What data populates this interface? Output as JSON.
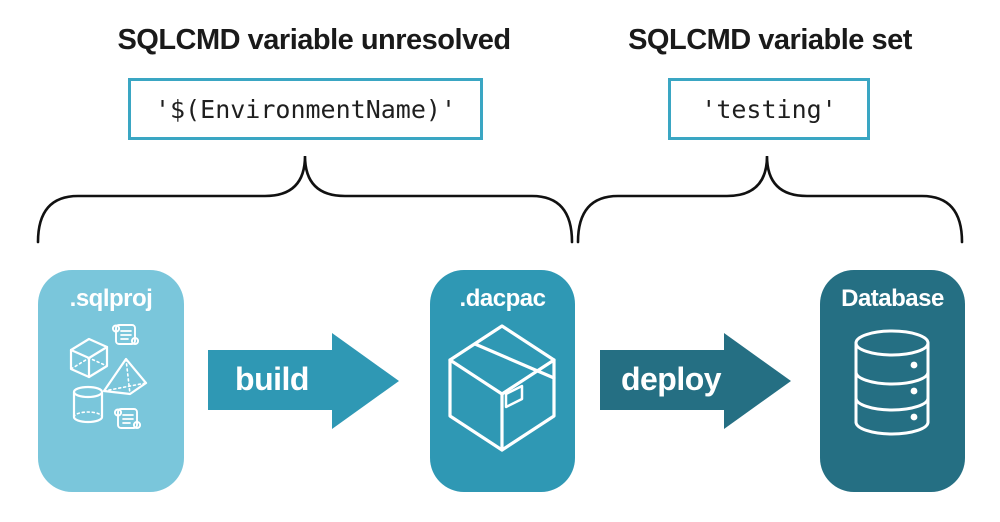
{
  "annotations": {
    "unresolved": {
      "heading": "SQLCMD variable unresolved",
      "code": "'$(EnvironmentName)'"
    },
    "set": {
      "heading": "SQLCMD variable set",
      "code": "'testing'"
    }
  },
  "pipeline": {
    "nodes": [
      {
        "label": ".sqlproj",
        "color": "#7ac6db",
        "icon": "sql-objects-icon"
      },
      {
        "label": ".dacpac",
        "color": "#2f98b4",
        "icon": "package-box-icon"
      },
      {
        "label": "Database",
        "color": "#256f83",
        "icon": "database-cylinder-icon"
      }
    ],
    "arrows": [
      {
        "label": "build",
        "color": "#2f98b4"
      },
      {
        "label": "deploy",
        "color": "#256f83"
      }
    ]
  },
  "colors": {
    "background": "#ffffff",
    "heading_text": "#1a1a1a",
    "code_text": "#1f1f1f",
    "code_box_border": "#3aa6c3",
    "brace_stroke": "#111111",
    "icon_stroke": "#ffffff"
  }
}
